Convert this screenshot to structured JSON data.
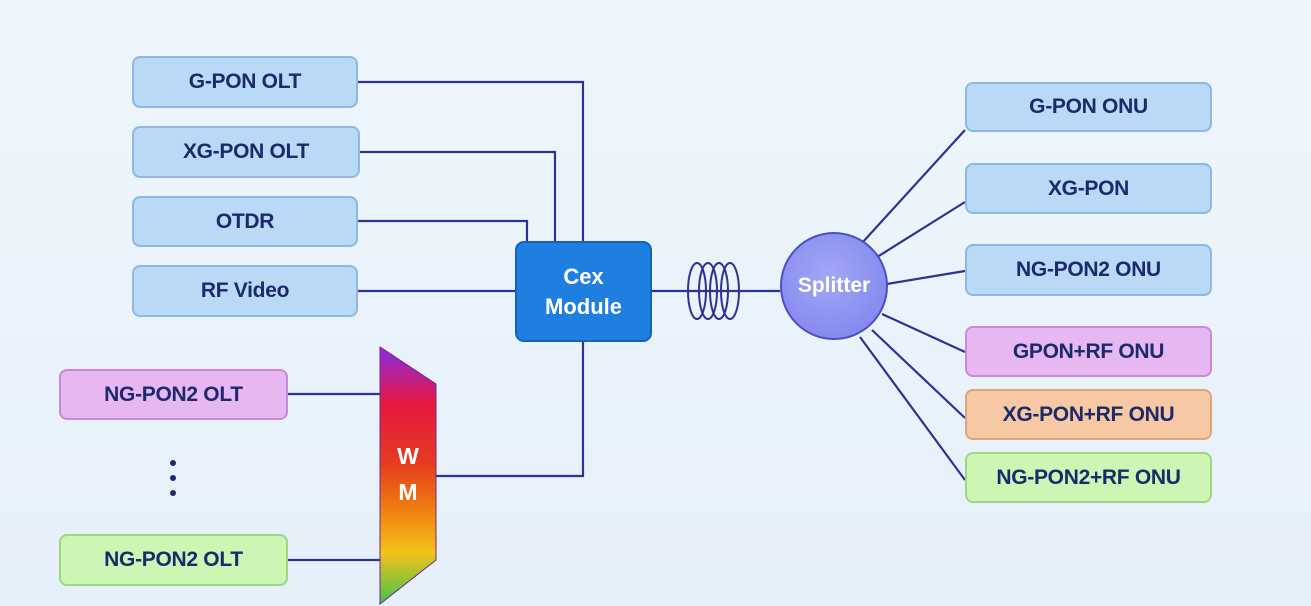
{
  "diagram": {
    "olt_inputs": [
      "G-PON OLT",
      "XG-PON OLT",
      "OTDR",
      "RF Video"
    ],
    "wm_inputs": [
      "NG-PON2 OLT",
      "NG-PON2 OLT"
    ],
    "cex_module": {
      "line1": "Cex",
      "line2": "Module"
    },
    "wm": {
      "line1": "W",
      "line2": "M"
    },
    "splitter": "Splitter",
    "onu_outputs": [
      "G-PON ONU",
      "XG-PON",
      "NG-PON2 ONU",
      "GPON+RF ONU",
      "XG-PON+RF ONU",
      "NG-PON2+RF ONU"
    ]
  },
  "colors": {
    "wire": "#2c3396",
    "cex_fill": "#1f7fe0",
    "box_blue": "#b9d9f6",
    "box_violet": "#e6b7f0",
    "box_peach": "#f7c8a4",
    "box_green": "#cdf5b4"
  }
}
